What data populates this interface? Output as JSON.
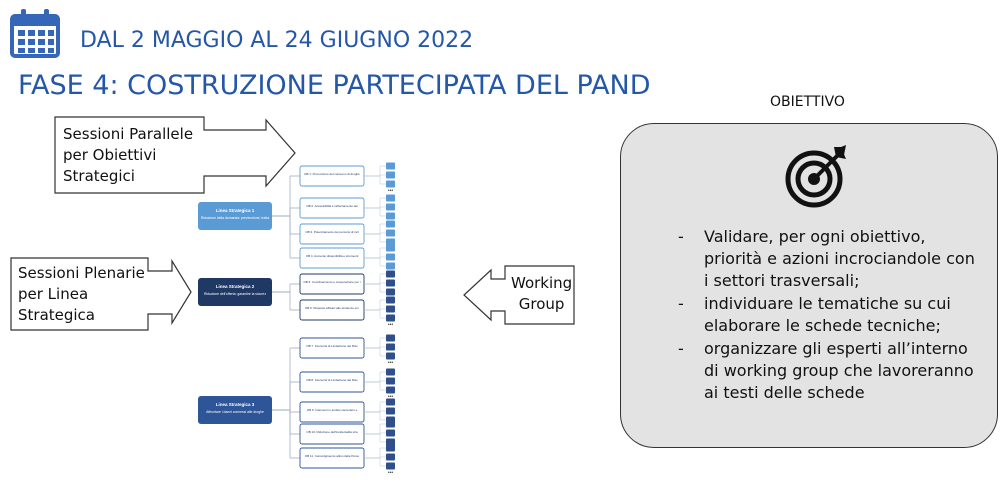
{
  "header": {
    "date_range": "DAL 2 MAGGIO AL 24 GIUGNO 2022",
    "phase_title": "FASE 4: COSTRUZIONE PARTECIPATA DEL PAND",
    "calendar_icon": "calendar-icon"
  },
  "callouts": {
    "parallel": [
      "Sessioni Parallele",
      "per Obiettivi",
      "Strategici"
    ],
    "plenary": [
      "Sessioni Plenarie",
      "per Linea",
      "Strategica"
    ],
    "working": [
      "Working",
      "Group"
    ]
  },
  "objective": {
    "title": "OBIETTIVO",
    "icon": "target-icon",
    "items": [
      "Validare, per ogni obiettivo, priorità e azioni incrociandole con i settori trasversali;",
      "individuare le tematiche su cui elaborare le schede tecniche;",
      "organizzare gli esperti all’interno di working group che lavoreranno ai testi delle schede"
    ]
  },
  "diagram": {
    "lines": [
      {
        "label": "Linea Strategica 1",
        "sub": "Riduzione della domanda: prevenzione, trattamento e assistenza",
        "color": "#5b9bd5"
      },
      {
        "label": "Linea Strategica 2",
        "sub": "Riduzione dell'offerta: garantire la sicurezza sociale",
        "color": "#1f3864"
      },
      {
        "label": "Linea Strategica 3",
        "sub": "Affrontare i danni connessi alle droghe",
        "color": "#2e5597"
      }
    ],
    "objectives": [
      {
        "text": "OB 1. Promozione del consumo di droghe",
        "line": 0
      },
      {
        "text": "OB 2. Accessibilità e rafforzamento dei servizi di trattamento e assistenza",
        "line": 0
      },
      {
        "text": "OB 3. Potenziamento dei percorsi di inclusione sociale e lavorativa",
        "line": 0
      },
      {
        "text": "OB 4. Aumento disponibilità e strumenti controllate e non mediche",
        "line": 0
      },
      {
        "text": "OB 5. Coordinamento e cooperazione per il contrasto dell'offerta",
        "line": 1
      },
      {
        "text": "OB 6. Risposte efficaci alle tendenze emergenti connesse alle droghe illecite",
        "line": 1
      },
      {
        "text": "OB 7. Interventi di Limitazione dei Rischi e Riduzione del Danno per le Persone che Usano Droghe",
        "line": 2
      },
      {
        "text": "OB 8. Interventi di Limitazione dei Rischi e Riduzione del Danno per dipendenze comportamentali",
        "line": 2
      },
      {
        "text": "OB 9. Interventi in ambito carcerario e dopo la scarcerazione",
        "line": 2
      },
      {
        "text": "OB 10. Riduzione dell'incidentalità stradale",
        "line": 2
      },
      {
        "text": "OB 11. Coinvolgimento attivo delle Persone che Usano Droghe",
        "line": 2
      }
    ]
  }
}
